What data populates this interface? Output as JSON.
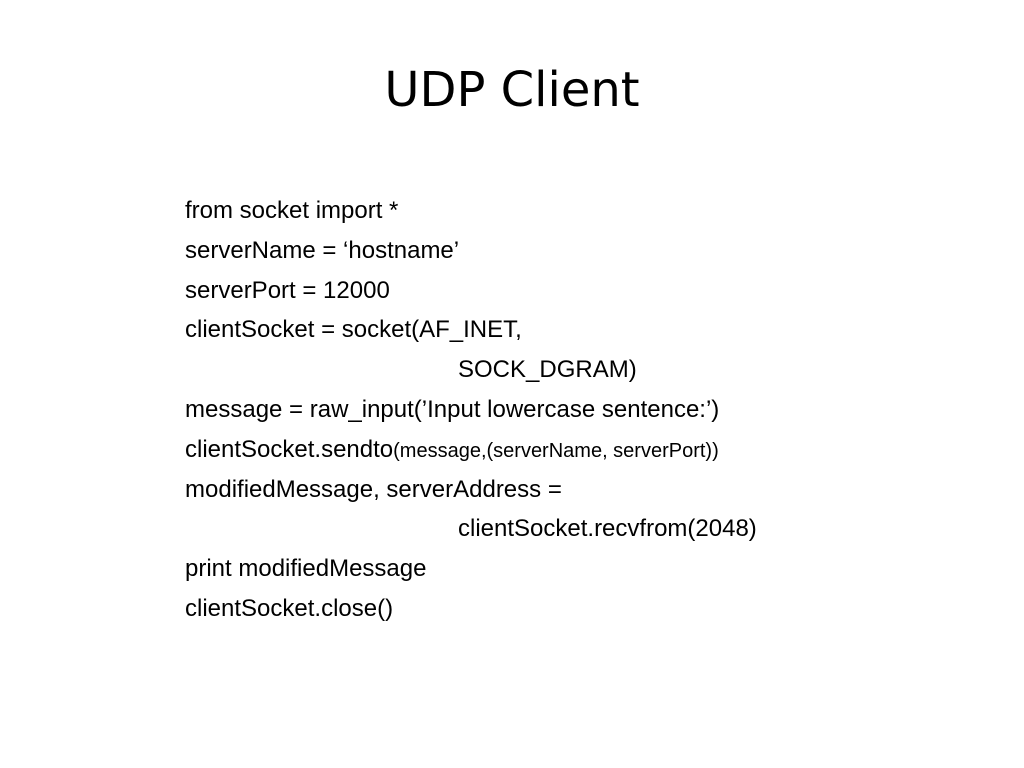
{
  "slide": {
    "title": "UDP Client"
  },
  "code": {
    "line1": "from socket import *",
    "line2": "serverName = ‘hostname’",
    "line3": "serverPort = 12000",
    "line4": "clientSocket = socket(AF_INET,",
    "line5": "SOCK_DGRAM)",
    "line6": "message = raw_input(’Input lowercase sentence:’)",
    "line7_main": "clientSocket.sendto",
    "line7_args": "(message,(serverName, serverPort))",
    "line8": "modifiedMessage, serverAddress =",
    "line9": "clientSocket.recvfrom(2048)",
    "line10": "print modifiedMessage",
    "line11": "clientSocket.close()"
  }
}
